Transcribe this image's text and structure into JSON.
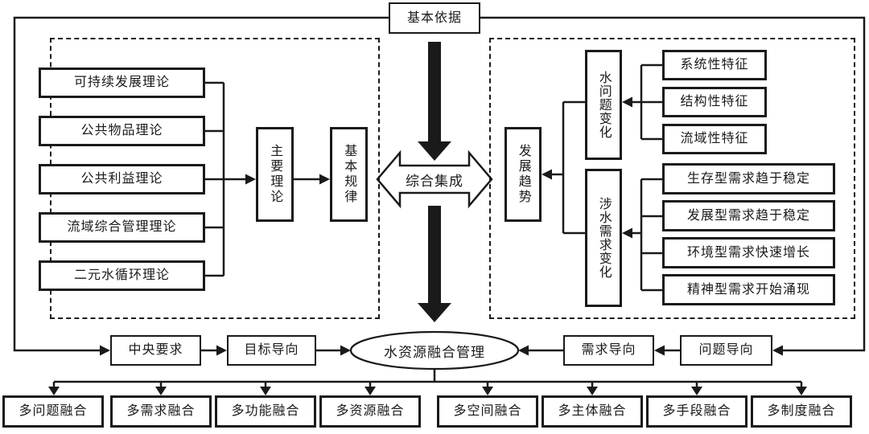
{
  "diagram": {
    "root": "基本依据",
    "integration": "综合集成",
    "hub": "水资源融合管理",
    "left_panel": {
      "theories": [
        "可持续发展理论",
        "公共物品理论",
        "公共利益理论",
        "流域综合管理理论",
        "二元水循环理论"
      ],
      "main_theory": "主要理论",
      "basic_law": "基本规律"
    },
    "right_panel": {
      "trend": "发展趋势",
      "water_problem_change": "水问题变化",
      "water_demand_change": "涉水需求变化",
      "problem_features": [
        "系统性特征",
        "结构性特征",
        "流域性特征"
      ],
      "demand_trends": [
        "生存型需求趋于稳定",
        "发展型需求趋于稳定",
        "环境型需求快速增长",
        "精神型需求开始涌现"
      ]
    },
    "orientation_row": {
      "central_requirement": "中央要求",
      "goal_oriented": "目标导向",
      "demand_oriented": "需求导向",
      "problem_oriented": "问题导向"
    },
    "fusion_row": [
      "多问题融合",
      "多需求融合",
      "多功能融合",
      "多资源融合",
      "多空间融合",
      "多主体融合",
      "多手段融合",
      "多制度融合"
    ],
    "colors": {
      "line": "#1a1a1a",
      "background": "#ffffff",
      "box_fill": "#ffffff"
    }
  }
}
